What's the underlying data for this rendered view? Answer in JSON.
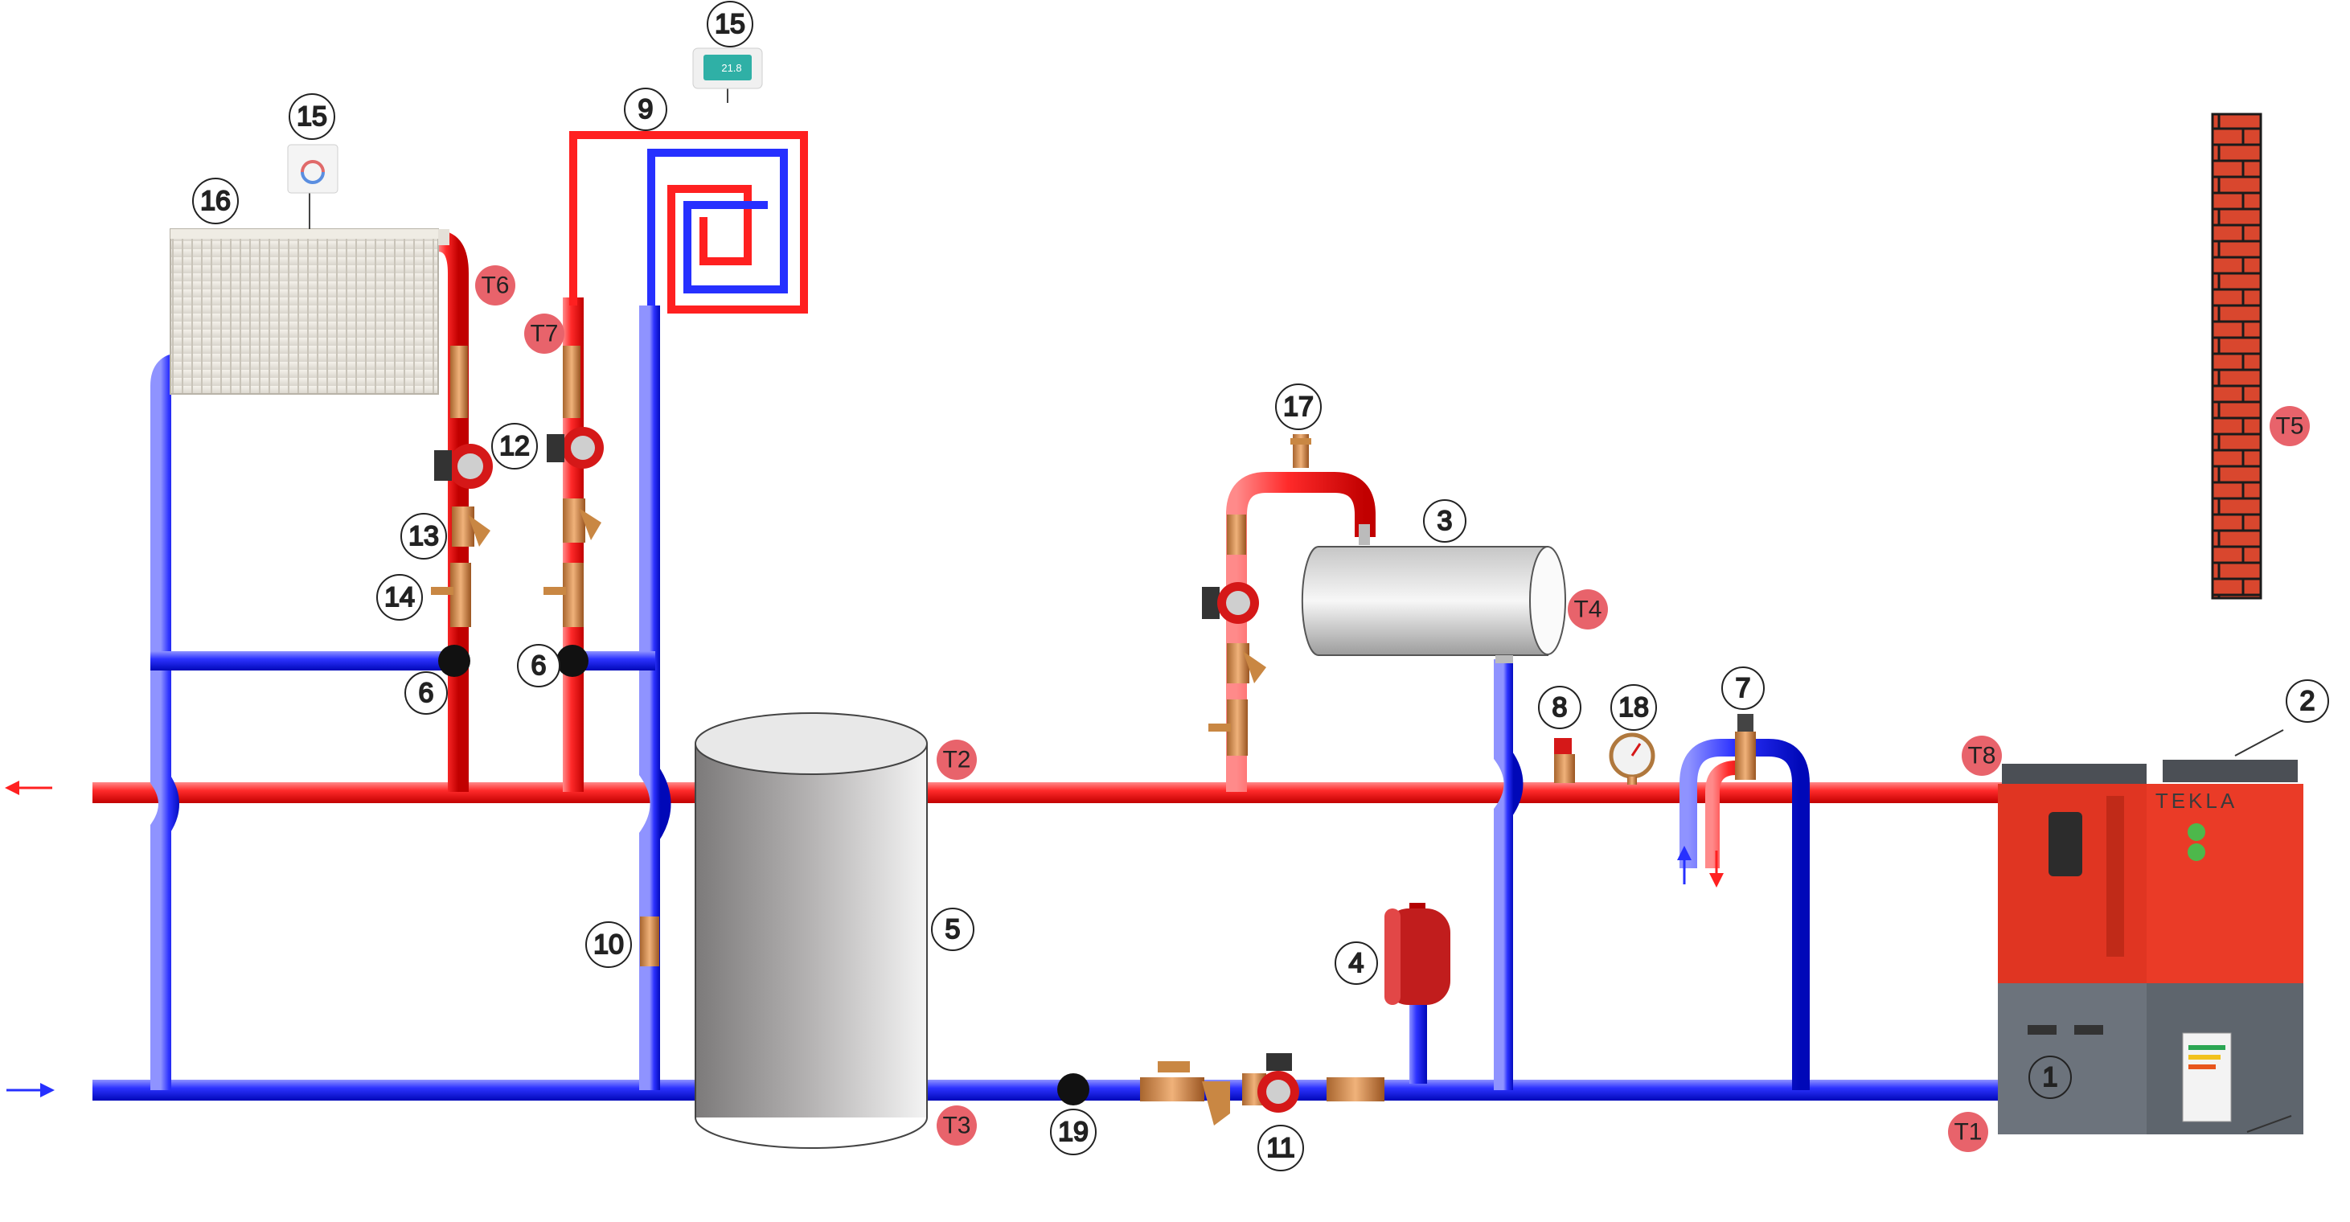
{
  "diagram": {
    "type": "heating_system_schematic",
    "colors": {
      "supply_pipe": "#ff2a2a",
      "return_pipe": "#2d33ff",
      "sensor_badge": "#e8636b",
      "boiler_red": "#e03522",
      "boiler_grey": "#6c737c",
      "brick": "#d9472e"
    },
    "component_labels": {
      "n1": "1",
      "n2": "2",
      "n3": "3",
      "n4": "4",
      "n5": "5",
      "n6a": "6",
      "n6b": "6",
      "n7": "7",
      "n8": "8",
      "n9": "9",
      "n10": "10",
      "n11": "11",
      "n12": "12",
      "n13": "13",
      "n14": "14",
      "n15a": "15",
      "n15b": "15",
      "n16": "16",
      "n17": "17",
      "n18": "18",
      "n19": "19"
    },
    "sensors": {
      "t1": "T1",
      "t2": "T2",
      "t3": "T3",
      "t4": "T4",
      "t5": "T5",
      "t6": "T6",
      "t7": "T7",
      "t8": "T8"
    },
    "boiler_brand": "TEKLA",
    "thermostat_display": "21.8",
    "flow_arrows": [
      "supply-out-arrow-left",
      "return-in-arrow-right",
      "up-arrow",
      "down-arrow"
    ]
  }
}
